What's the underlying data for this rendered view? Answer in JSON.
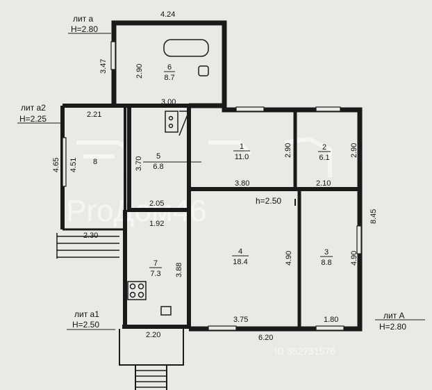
{
  "labels": {
    "lit_a_title": "лит а",
    "lit_a_height": "H=2.80",
    "lit_a2_title": "лит а2",
    "lit_a2_height": "H=2.25",
    "lit_a1_title": "лит а1",
    "lit_a1_height": "H=2.50",
    "lit_A_title": "лит А",
    "lit_A_height": "H=2.80",
    "inner_height": "h=2.50"
  },
  "dimensions": {
    "top_width": "4.24",
    "left_a_height": "3.47",
    "room6_inner_height": "2.90",
    "room6_bottom": "3.00",
    "room8_top": "2.21",
    "room8_outer_height": "4.65",
    "room8_inner_height": "4.51",
    "room8_bottom": "2.30",
    "room5_height": "3.70",
    "room5_bottom": "2.05",
    "room7_top": "1.92",
    "room7_height": "3.88",
    "room7_bottom": "2.20",
    "room1_height": "2.90",
    "room1_bottom": "3.80",
    "room2_height": "2.90",
    "room2_bottom": "2.10",
    "total_right_height": "8.45",
    "room4_height": "4.90",
    "room4_bottom": "3.75",
    "room3_height": "4.90",
    "room3_bottom": "1.80",
    "total_bottom_width": "6.20"
  },
  "rooms": [
    {
      "number": "6",
      "area": "8.7"
    },
    {
      "number": "8",
      "area": ""
    },
    {
      "number": "5",
      "area": "6.8"
    },
    {
      "number": "1",
      "area": "11.0"
    },
    {
      "number": "2",
      "area": "6.1"
    },
    {
      "number": "4",
      "area": "18.4"
    },
    {
      "number": "3",
      "area": "8.8"
    },
    {
      "number": "7",
      "area": "7.3"
    }
  ],
  "watermark": {
    "brand": "ProДом46",
    "id": "ID 352731576"
  },
  "colors": {
    "paper": "#e9e9e6",
    "wall": "#1a1a1a",
    "watermark": "#ffffff"
  }
}
